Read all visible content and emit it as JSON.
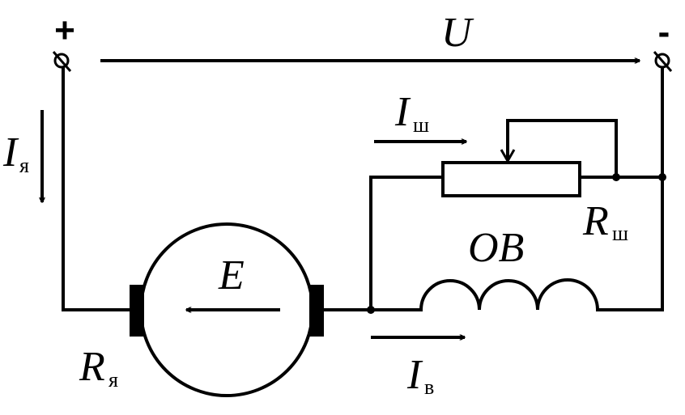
{
  "diagram": {
    "terminals": {
      "plus": "+",
      "minus": "-"
    },
    "labels": {
      "voltage": "U",
      "armature_current": {
        "main": "I",
        "sub": "я"
      },
      "shunt_current": {
        "main": "I",
        "sub": "ш"
      },
      "field_current": {
        "main": "I",
        "sub": "в"
      },
      "shunt_resistor": {
        "main": "R",
        "sub": "ш"
      },
      "armature_resistance": {
        "main": "R",
        "sub": "я"
      },
      "emf": "E",
      "field_winding": "ОВ"
    }
  }
}
